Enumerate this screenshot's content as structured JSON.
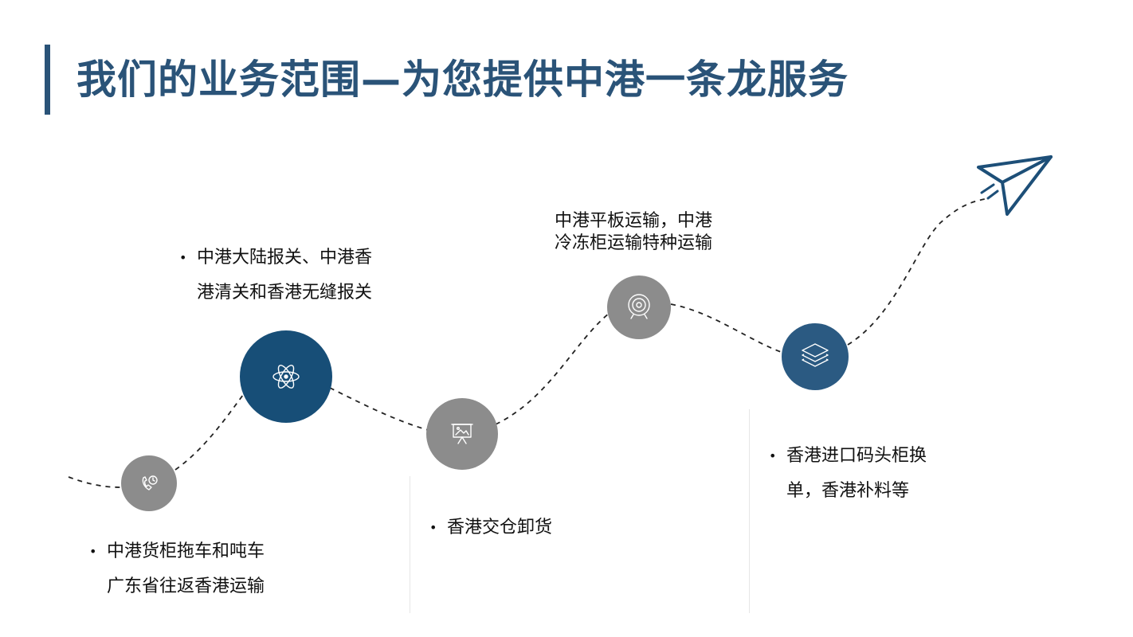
{
  "slide": {
    "title": "我们的业务范围—为您提供中港一条龙服务"
  },
  "colors": {
    "title": "#2a5378",
    "node_blue": "#174e77",
    "node_blue_alt": "#2b5a82",
    "node_gray": "#8c8c8c",
    "plane": "#1d4f78",
    "path": "#222222"
  },
  "nodes": [
    {
      "name": "node-trucking",
      "icon": "phone-clock-icon",
      "color": "gray"
    },
    {
      "name": "node-customs",
      "icon": "atom-icon",
      "color": "blue"
    },
    {
      "name": "node-warehouse",
      "icon": "presentation-board-icon",
      "color": "gray"
    },
    {
      "name": "node-transport",
      "icon": "target-icon",
      "color": "gray"
    },
    {
      "name": "node-terminal",
      "icon": "layers-icon",
      "color": "blue"
    }
  ],
  "services": {
    "trucking": {
      "line1": "中港货柜拖车和吨车",
      "line2": "广东省往返香港运输"
    },
    "customs": {
      "line1": "中港大陆报关、中港香",
      "line2": "港清关和香港无缝报关"
    },
    "warehouse": {
      "line1": "香港交仓卸货"
    },
    "transport": {
      "line1": "中港平板运输，中港",
      "line2": "冷冻柜运输特种运输"
    },
    "terminal": {
      "line1": "香港进口码头柜换",
      "line2": "单，香港补料等"
    }
  },
  "decoration": {
    "end_icon": "paper-plane-icon"
  }
}
